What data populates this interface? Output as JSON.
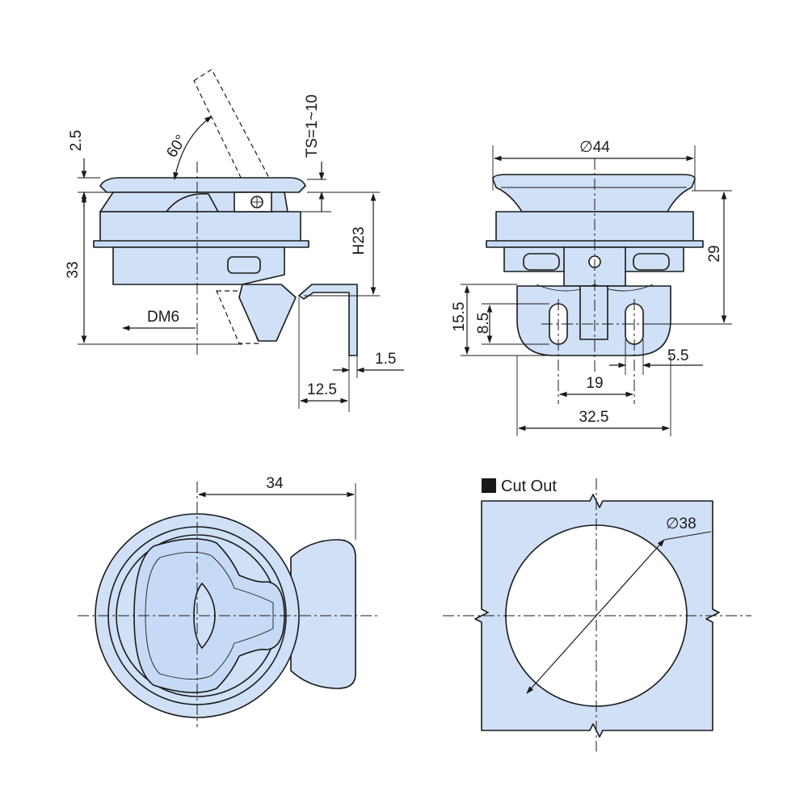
{
  "diagram": {
    "side_view": {
      "angle": "60°",
      "dim_top": "2.5",
      "dim_ts": "TS=1~10",
      "dim_height": "33",
      "dim_h": "H23",
      "dim_thread": "DM6",
      "dim_tab_thickness": "1.5",
      "dim_tab_offset": "12.5"
    },
    "front_view": {
      "dim_diameter": "∅44",
      "dim_height": "29",
      "dim_outer": "15.5",
      "dim_slot": "8.5",
      "dim_slot_width": "5.5",
      "dim_slot_spacing": "19",
      "dim_base_width": "32.5"
    },
    "top_view": {
      "dim_radius": "34"
    },
    "cutout": {
      "title": "Cut Out",
      "dim_diameter": "∅38"
    }
  },
  "colors": {
    "part_fill": "#cfe0f7",
    "line": "#1a1a1a"
  }
}
